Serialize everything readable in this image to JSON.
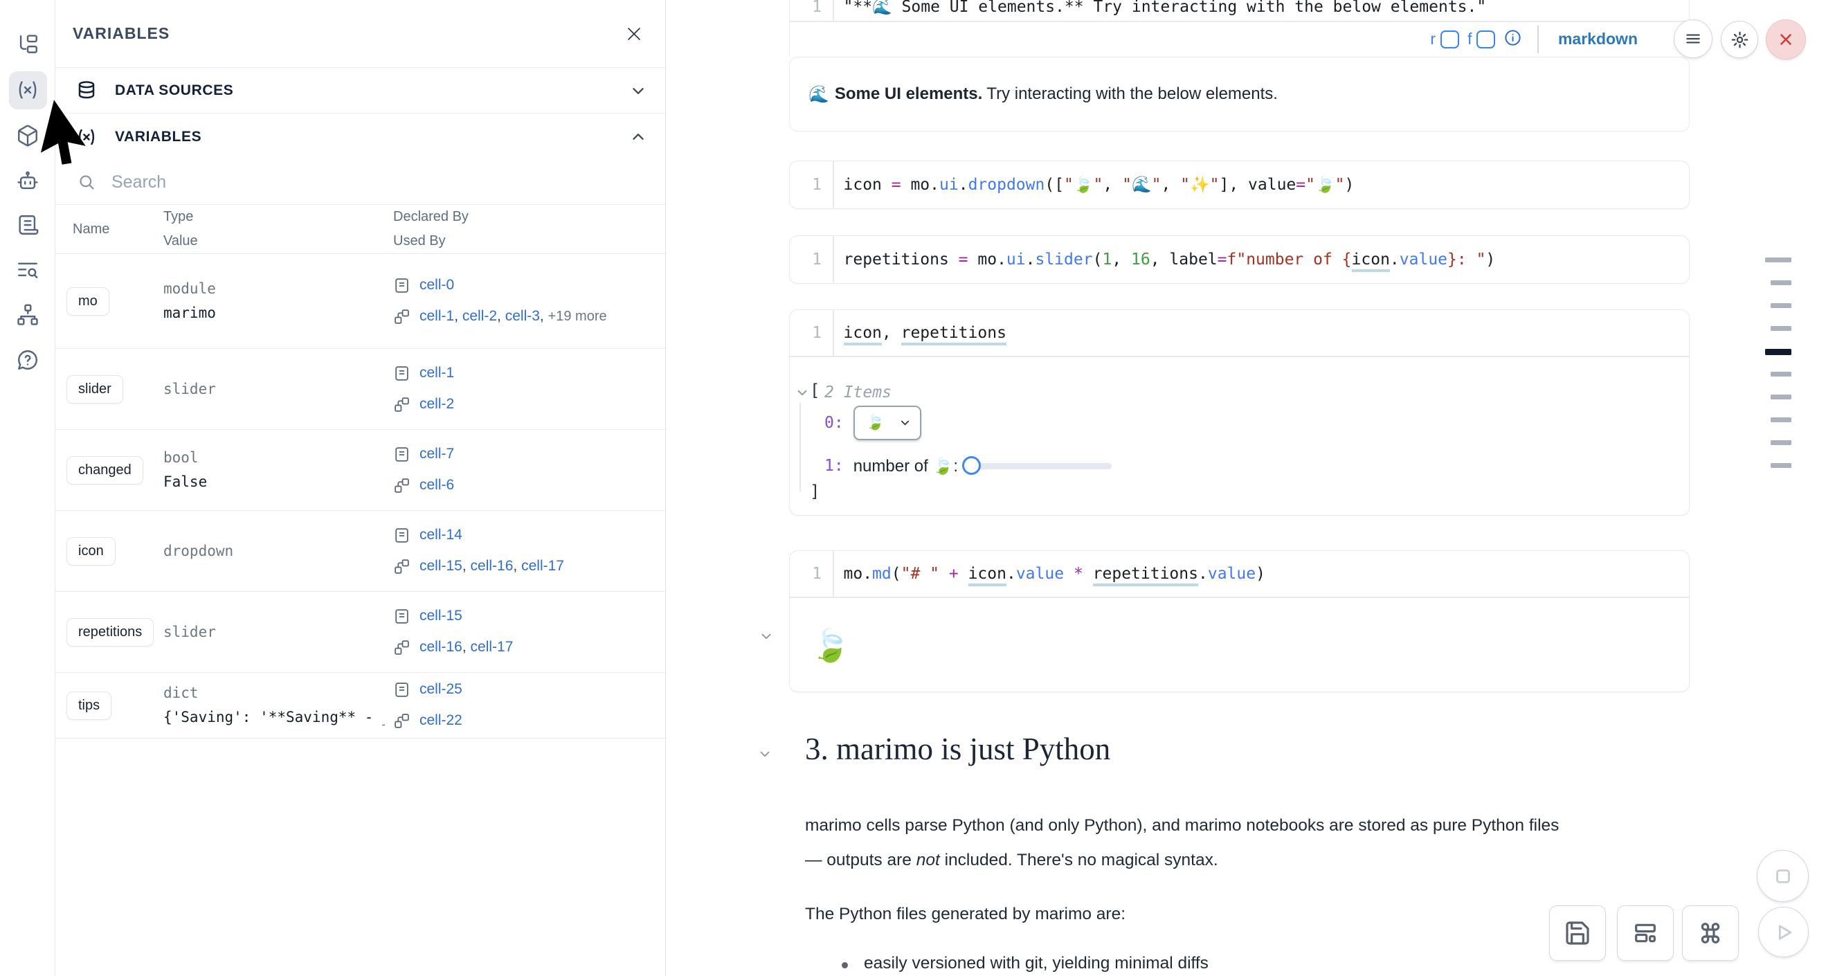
{
  "sidebar": {
    "items": [
      {
        "icon": "file-explorer-icon"
      },
      {
        "icon": "variables-icon",
        "active": true
      },
      {
        "icon": "packages-icon"
      },
      {
        "icon": "ai-assistant-icon"
      },
      {
        "icon": "logs-icon"
      },
      {
        "icon": "snippets-icon"
      },
      {
        "icon": "dependencies-icon"
      },
      {
        "icon": "help-icon"
      }
    ]
  },
  "panel": {
    "title": "VARIABLES",
    "close_icon": "close-icon",
    "sections": [
      {
        "label": "DATA SOURCES",
        "icon": "database-icon",
        "state": "collapsed"
      },
      {
        "label": "VARIABLES",
        "icon": "variables-icon",
        "state": "expanded"
      }
    ],
    "search": {
      "placeholder": "Search"
    },
    "table": {
      "headers": {
        "name": "Name",
        "type": "Type",
        "value": "Value",
        "declared": "Declared By",
        "used": "Used By"
      },
      "rows": [
        {
          "name": "mo",
          "type": "module",
          "value": "marimo",
          "declared": [
            "cell-0"
          ],
          "used": [
            "cell-1",
            "cell-2",
            "cell-3"
          ],
          "used_suffix": "+19 more"
        },
        {
          "name": "slider",
          "type": "slider",
          "value": "",
          "declared": [
            "cell-1"
          ],
          "used": [
            "cell-2"
          ]
        },
        {
          "name": "changed",
          "type": "bool",
          "value": "False",
          "declared": [
            "cell-7"
          ],
          "used": [
            "cell-6"
          ]
        },
        {
          "name": "icon",
          "type": "dropdown",
          "value": "",
          "declared": [
            "cell-14"
          ],
          "used": [
            "cell-15",
            "cell-16",
            "cell-17"
          ]
        },
        {
          "name": "repetitions",
          "type": "slider",
          "value": "",
          "declared": [
            "cell-15"
          ],
          "used": [
            "cell-16",
            "cell-17"
          ]
        },
        {
          "name": "tips",
          "type": "dict",
          "value": "{'Saving': '**Saving** - _Na...",
          "declared": [
            "cell-25"
          ],
          "used": [
            "cell-22"
          ]
        }
      ]
    }
  },
  "notebook": {
    "editor_footer": {
      "r_label": "r",
      "f_label": "f",
      "info_icon": "info-icon",
      "language": "markdown"
    },
    "code_cells": [
      {
        "id": "md-editor",
        "line": "1",
        "tokens": [
          {
            "s": "p",
            "t": "\"**🌊 Some UI elements.** Try interacting with the below elements.\""
          }
        ]
      },
      {
        "id": "dropdown-cell",
        "line": "1",
        "tokens": [
          {
            "s": "p",
            "t": "icon "
          },
          {
            "s": "o",
            "t": "="
          },
          {
            "s": "p",
            "t": " mo."
          },
          {
            "s": "f",
            "t": "ui"
          },
          {
            "s": "p",
            "t": "."
          },
          {
            "s": "f",
            "t": "dropdown"
          },
          {
            "s": "p",
            "t": "(["
          },
          {
            "s": "s",
            "t": "\"🍃\""
          },
          {
            "s": "p",
            "t": ", "
          },
          {
            "s": "s",
            "t": "\"🌊\""
          },
          {
            "s": "p",
            "t": ", "
          },
          {
            "s": "s",
            "t": "\"✨\""
          },
          {
            "s": "p",
            "t": "], value"
          },
          {
            "s": "o",
            "t": "="
          },
          {
            "s": "s",
            "t": "\"🍃\""
          },
          {
            "s": "p",
            "t": ")"
          }
        ]
      },
      {
        "id": "slider-cell",
        "line": "1",
        "tokens": [
          {
            "s": "p",
            "t": "repetitions "
          },
          {
            "s": "o",
            "t": "="
          },
          {
            "s": "p",
            "t": " mo."
          },
          {
            "s": "f",
            "t": "ui"
          },
          {
            "s": "p",
            "t": "."
          },
          {
            "s": "f",
            "t": "slider"
          },
          {
            "s": "p",
            "t": "("
          },
          {
            "s": "n",
            "t": "1"
          },
          {
            "s": "p",
            "t": ", "
          },
          {
            "s": "n",
            "t": "16"
          },
          {
            "s": "p",
            "t": ", label"
          },
          {
            "s": "o",
            "t": "="
          },
          {
            "s": "s",
            "t": "f\"number of "
          },
          {
            "s": "s",
            "t": "{"
          },
          {
            "s": "u",
            "t": "icon"
          },
          {
            "s": "p",
            "t": "."
          },
          {
            "s": "f",
            "t": "value"
          },
          {
            "s": "s",
            "t": "}: \""
          },
          {
            "s": "p",
            "t": ")"
          }
        ]
      },
      {
        "id": "expr-cell",
        "line": "1",
        "tokens": [
          {
            "s": "u",
            "t": "icon"
          },
          {
            "s": "p",
            "t": ", "
          },
          {
            "s": "u",
            "t": "repetitions"
          }
        ]
      },
      {
        "id": "momd-cell",
        "line": "1",
        "tokens": [
          {
            "s": "p",
            "t": "mo."
          },
          {
            "s": "f",
            "t": "md"
          },
          {
            "s": "p",
            "t": "("
          },
          {
            "s": "s",
            "t": "\"# \""
          },
          {
            "s": "p",
            "t": " "
          },
          {
            "s": "o",
            "t": "+"
          },
          {
            "s": "p",
            "t": " "
          },
          {
            "s": "u",
            "t": "icon"
          },
          {
            "s": "p",
            "t": "."
          },
          {
            "s": "f",
            "t": "value"
          },
          {
            "s": "p",
            "t": " "
          },
          {
            "s": "o",
            "t": "*"
          },
          {
            "s": "p",
            "t": " "
          },
          {
            "s": "u",
            "t": "repetitions"
          },
          {
            "s": "p",
            "t": "."
          },
          {
            "s": "f",
            "t": "value"
          },
          {
            "s": "p",
            "t": ")"
          }
        ]
      }
    ],
    "md_output": {
      "emoji": "🌊",
      "bold": "Some UI elements.",
      "rest": "Try interacting with the below elements."
    },
    "tree_output": {
      "open_bracket": "[",
      "items_label": "2 Items",
      "item0_index": "0:",
      "select_value": "🍃",
      "item1_index": "1:",
      "slider_label": "number of 🍃: ",
      "close_bracket": "]"
    },
    "leaf_output": "🍃",
    "section3": {
      "heading": "3. marimo is just Python",
      "p1_line1": "marimo cells parse Python (and only Python), and marimo notebooks are stored as pure Python files",
      "p1_line2_pre": "— outputs are ",
      "p1_italic": "not",
      "p1_line2_post": " included. There's no magical syntax.",
      "p2": "The Python files generated by marimo are:",
      "bullet1": "easily versioned with git, yielding minimal diffs"
    }
  },
  "controls": {
    "top_right": [
      {
        "icon": "menu-icon"
      },
      {
        "icon": "settings-gear-icon"
      },
      {
        "icon": "shutdown-close-icon"
      }
    ],
    "bottom_right": [
      {
        "icon": "stop-icon"
      },
      {
        "icon": "save-icon"
      },
      {
        "icon": "layout-icon"
      },
      {
        "icon": "command-palette-icon"
      },
      {
        "icon": "run-play-icon"
      }
    ]
  },
  "minimap": {
    "dashes": 10,
    "active_index": 4
  }
}
